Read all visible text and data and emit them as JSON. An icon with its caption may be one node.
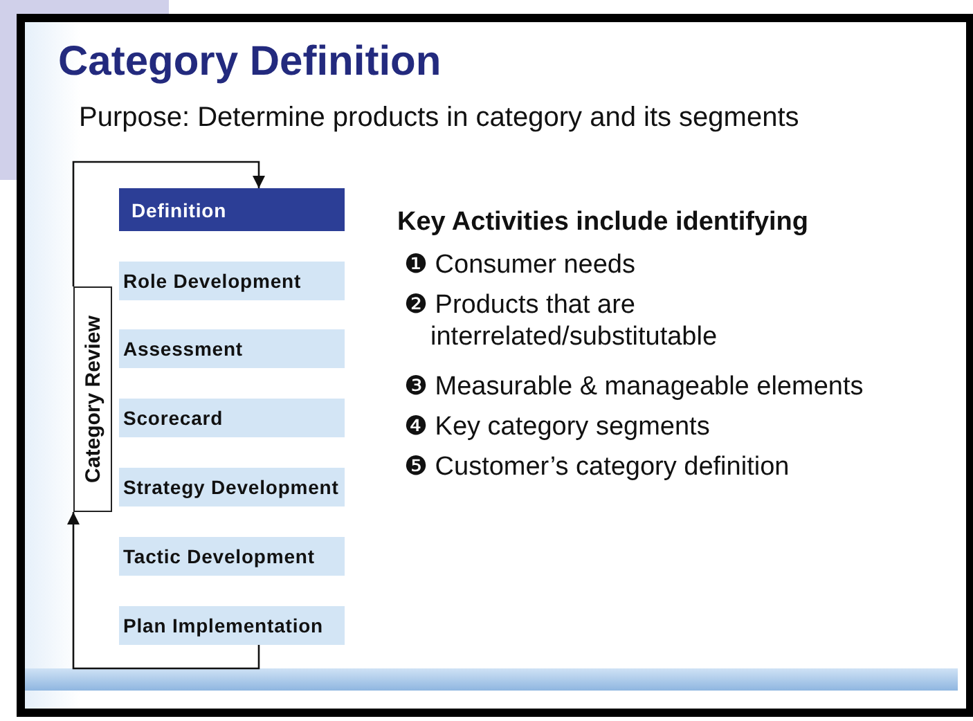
{
  "diagram": {
    "title": "Category Definition",
    "caption": "Purpose: Determine products in category and its segments",
    "nodes": [
      {
        "text": [
          "Definition"
        ]
      },
      {
        "text": [
          "Role Development"
        ]
      },
      {
        "text": [
          "Assessment"
        ]
      },
      {
        "text": [
          "Scorecard"
        ]
      },
      {
        "text": [
          "Strategy Development"
        ]
      },
      {
        "text": [
          "Tactic Development"
        ]
      },
      {
        "text": [
          "Plan Implementation"
        ]
      },
      {
        "text": [
          "Category Review"
        ]
      }
    ],
    "edges": [
      {
        "from": 7,
        "to": 0,
        "arrow": "to"
      },
      {
        "from": 6,
        "to": 7,
        "arrow": "to"
      }
    ],
    "labels": [
      "Key Activities include identifying",
      "❶ Consumer needs",
      "❷ Products that are interrelated/substitutable",
      "❸ Measurable & manageable elements",
      "❹ Key category segments",
      "❺ Customer’s category definition"
    ]
  }
}
